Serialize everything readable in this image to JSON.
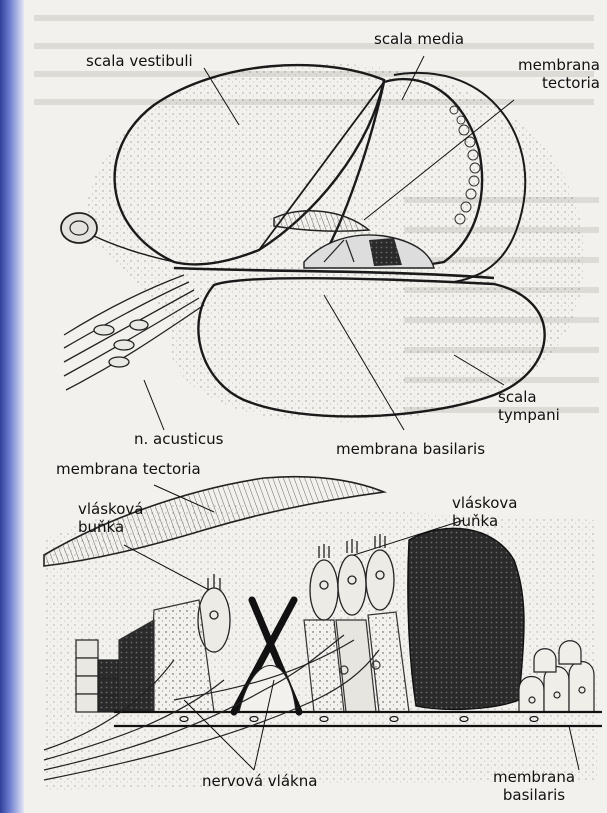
{
  "labels": {
    "scala_vestibuli": "scala vestibuli",
    "scala_media": "scala media",
    "membrana_tectoria_top": "membrana tectoria",
    "scala_tympani": "scala tympani",
    "n_acusticus": "n. acusticus",
    "membrana_basilaris_top": "membrana basilaris",
    "membrana_tectoria_bottom": "membrana tectoria",
    "vlaskova_bunka_left": "vlásková buňka",
    "vlaskova_bunka_right": "vláskova buňka",
    "nervova_vlakna": "nervová vlákna",
    "membrana_basilaris_bottom": "membrana basilaris"
  },
  "colors": {
    "edge_blue": "#2f3f9a",
    "paper": "#f2f1ed",
    "ink": "#1a1a1a"
  }
}
